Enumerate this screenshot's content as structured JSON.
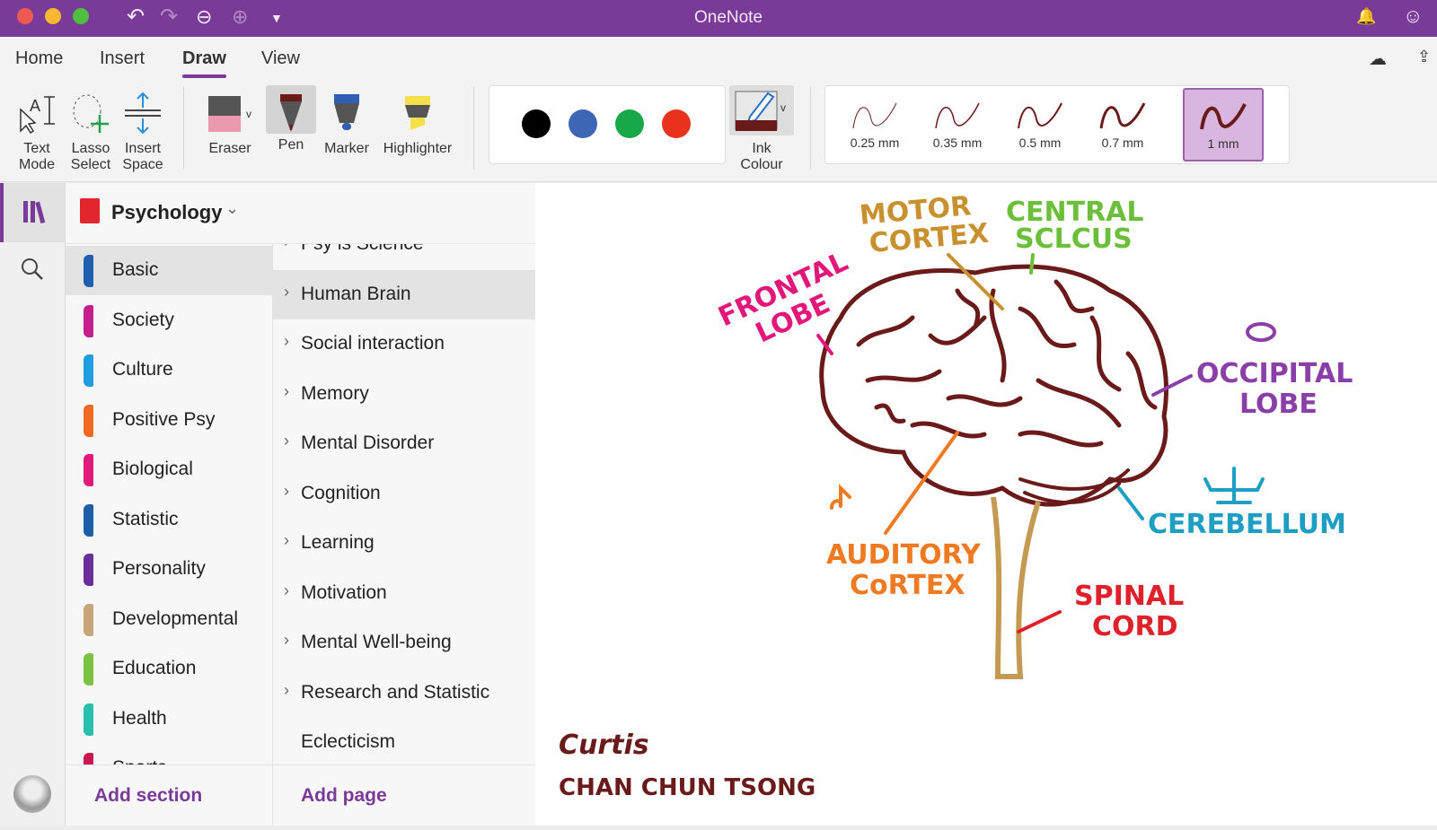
{
  "window": {
    "title": "OneNote"
  },
  "tabs": [
    "Home",
    "Insert",
    "Draw",
    "View"
  ],
  "active_tab": "Draw",
  "ribbon": {
    "text_mode": [
      "Text",
      "Mode"
    ],
    "lasso_select": [
      "Lasso",
      "Select"
    ],
    "insert_space": [
      "Insert",
      "Space"
    ],
    "eraser": "Eraser",
    "pen": "Pen",
    "marker": "Marker",
    "highlighter": "Highlighter",
    "ink_colour": [
      "Ink",
      "Colour"
    ],
    "pen_colors": [
      "#000000",
      "#3d66b5",
      "#18a84a",
      "#e8321e"
    ],
    "current_ink_color": "#6b1a1a",
    "widths": [
      "0.25 mm",
      "0.35 mm",
      "0.5 mm",
      "0.7 mm",
      "1 mm"
    ],
    "selected_width": "1 mm"
  },
  "notebook": {
    "name": "Psychology"
  },
  "sections": [
    {
      "label": "Basic",
      "color": "#1f5fb0"
    },
    {
      "label": "Society",
      "color": "#c41f8c"
    },
    {
      "label": "Culture",
      "color": "#1f9ee0"
    },
    {
      "label": "Positive Psy",
      "color": "#f06a22"
    },
    {
      "label": "Biological",
      "color": "#e0197a"
    },
    {
      "label": "Statistic",
      "color": "#1c5fa8"
    },
    {
      "label": "Personality",
      "color": "#6a2d9a"
    },
    {
      "label": "Developmental",
      "color": "#c9a57a"
    },
    {
      "label": "Education",
      "color": "#7cc242"
    },
    {
      "label": "Health",
      "color": "#27bfae"
    },
    {
      "label": "Sports",
      "color": "#c8174e"
    }
  ],
  "active_section": "Basic",
  "pages": [
    "Psy is Science",
    "Human Brain",
    "Social interaction",
    "Memory",
    "Mental Disorder",
    "Cognition",
    "Learning",
    "Motivation",
    "Mental Well-being",
    "Research and Statistic",
    "Eclecticism"
  ],
  "active_page": "Human Brain",
  "footer": {
    "add_section": "Add section",
    "add_page": "Add page"
  },
  "drawing": {
    "labels": {
      "frontal": [
        "FRONTAL",
        "LOBE"
      ],
      "motor": [
        "MOTOR",
        "CORTEX"
      ],
      "central": [
        "CENTRAL",
        "SCLCUS"
      ],
      "occipital": [
        "OCCIPITAL",
        "LOBE"
      ],
      "cerebellum": "CEREBELLUM",
      "auditory": [
        "AUDITORY",
        "CoRTEX"
      ],
      "spinal": [
        "SPINAL",
        "CORD"
      ]
    },
    "signature": "Curtis",
    "author": "CHAN CHUN TSONG"
  }
}
